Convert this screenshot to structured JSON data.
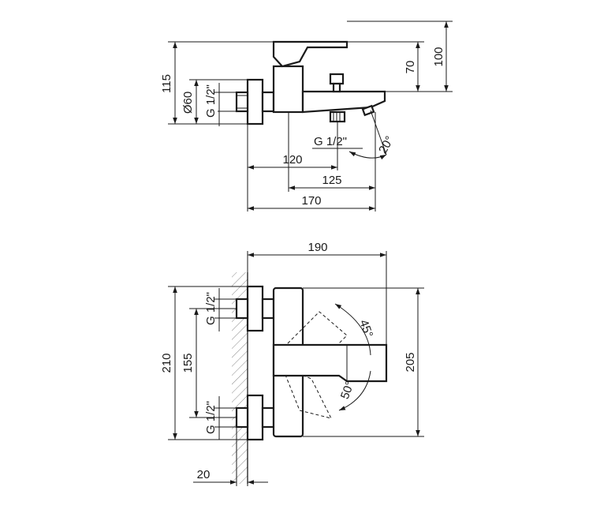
{
  "side_view": {
    "dim_height_total": "115",
    "dim_diameter": "Ø60",
    "dim_thread_wall": "G 1/2\"",
    "dim_height_100": "100",
    "dim_height_70": "70",
    "dim_thread_spout": "G 1/2\"",
    "dim_angle_spout": "20°",
    "dim_depth_120": "120",
    "dim_depth_125": "125",
    "dim_depth_170": "170"
  },
  "front_view": {
    "dim_width_190": "190",
    "dim_height_210": "210",
    "dim_spacing_155": "155",
    "dim_height_205": "205",
    "dim_thread_top": "G 1/2\"",
    "dim_thread_bottom": "G 1/2\"",
    "dim_angle_45": "45°",
    "dim_angle_50": "50°",
    "dim_offset_20": "20"
  }
}
